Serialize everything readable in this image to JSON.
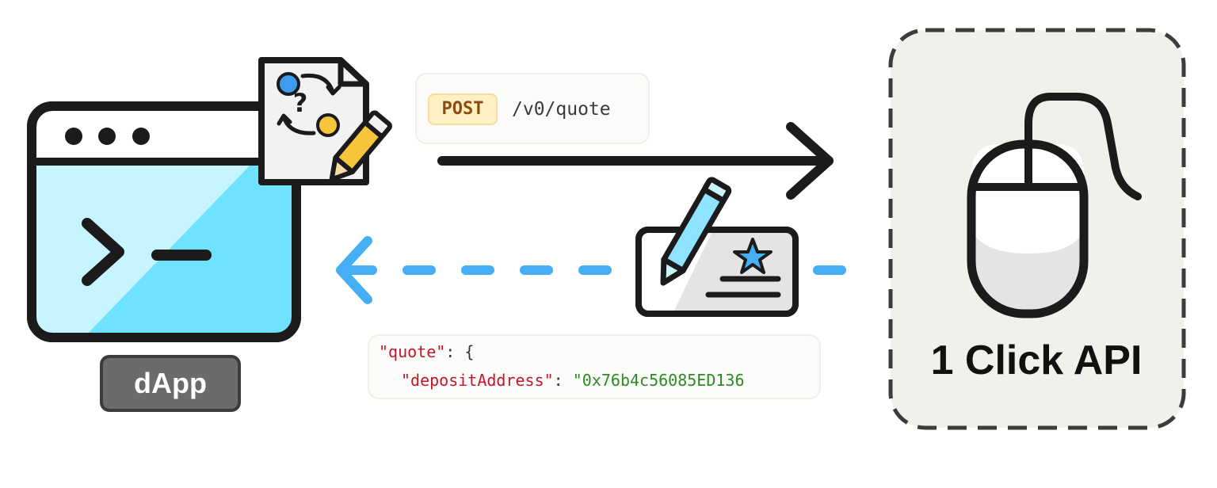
{
  "request": {
    "method": "POST",
    "endpoint": "/v0/quote"
  },
  "response": {
    "line1_key": "\"quote\"",
    "line1_rest": ": {",
    "line2_key": "\"depositAddress\"",
    "line2_sep": ": ",
    "line2_value": "\"0x76b4c56085ED136"
  },
  "client": {
    "label": "dApp",
    "icon": "terminal-window-icon"
  },
  "server": {
    "title": "1 Click API",
    "icon": "computer-mouse-icon"
  },
  "icons": {
    "quote_document": "quote-document-edit-icon",
    "signed_card": "signed-card-icon"
  },
  "colors": {
    "window_fill": "#6ee2ff",
    "response_arrow": "#45aef5",
    "api_box_fill": "#f2f0ea",
    "badge_fill": "#fdf0c2"
  }
}
